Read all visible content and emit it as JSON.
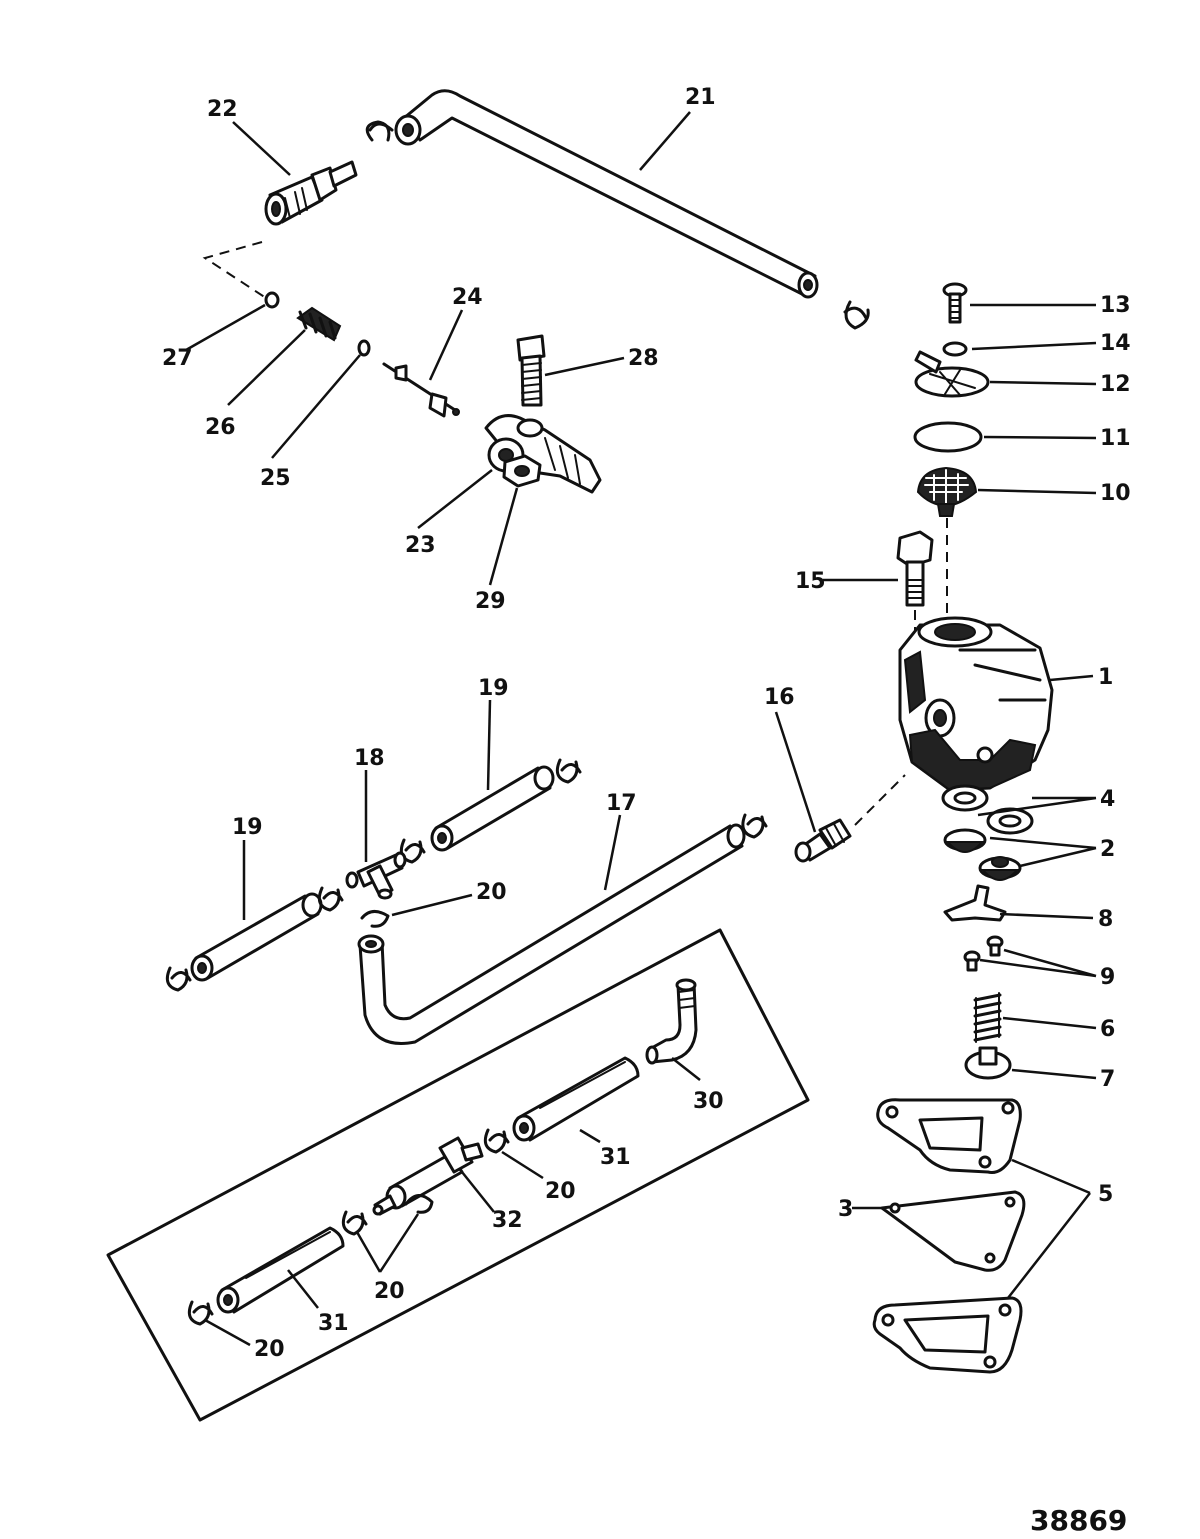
{
  "drawing_number": "38869",
  "labels": {
    "l1": "1",
    "l2": "2",
    "l3": "3",
    "l4": "4",
    "l5": "5",
    "l6": "6",
    "l7": "7",
    "l8": "8",
    "l9": "9",
    "l10": "10",
    "l11": "11",
    "l12": "12",
    "l13": "13",
    "l14": "14",
    "l15": "15",
    "l16": "16",
    "l17": "17",
    "l18": "18",
    "l19a": "19",
    "l19b": "19",
    "l20a": "20",
    "l20b": "20",
    "l20c": "20",
    "l20d": "20",
    "l21": "21",
    "l22": "22",
    "l23": "23",
    "l24": "24",
    "l25": "25",
    "l26": "26",
    "l27": "27",
    "l28": "28",
    "l29": "29",
    "l30": "30",
    "l31a": "31",
    "l31b": "31",
    "l32": "32"
  }
}
